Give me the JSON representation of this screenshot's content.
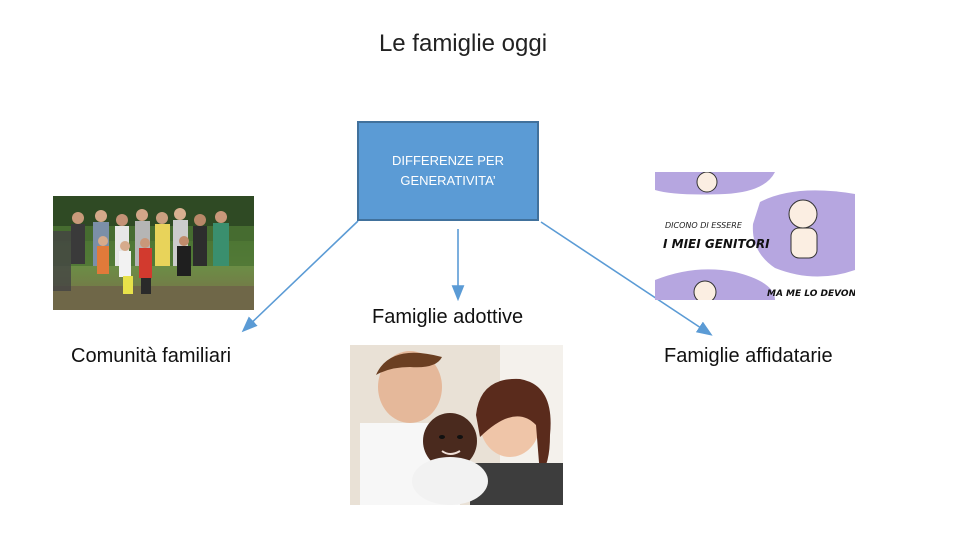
{
  "slide": {
    "title": "Le famiglie oggi",
    "center_box": {
      "line1": "DIFFERENZE PER",
      "line2": "GENERATIVITA’"
    },
    "branches": [
      {
        "label": "Famiglie adottive"
      },
      {
        "label": "Comunità familiari"
      },
      {
        "label": "Famiglie affidatarie"
      }
    ],
    "cartoon_text": {
      "line1": "DICONO DI ESSERE",
      "line2": "I MIEI GENITORI",
      "line3": "MA ME LO DEVONO"
    }
  },
  "colors": {
    "box_fill": "#5b9bd5",
    "box_border": "#41719c",
    "arrow": "#5b9bd5"
  }
}
